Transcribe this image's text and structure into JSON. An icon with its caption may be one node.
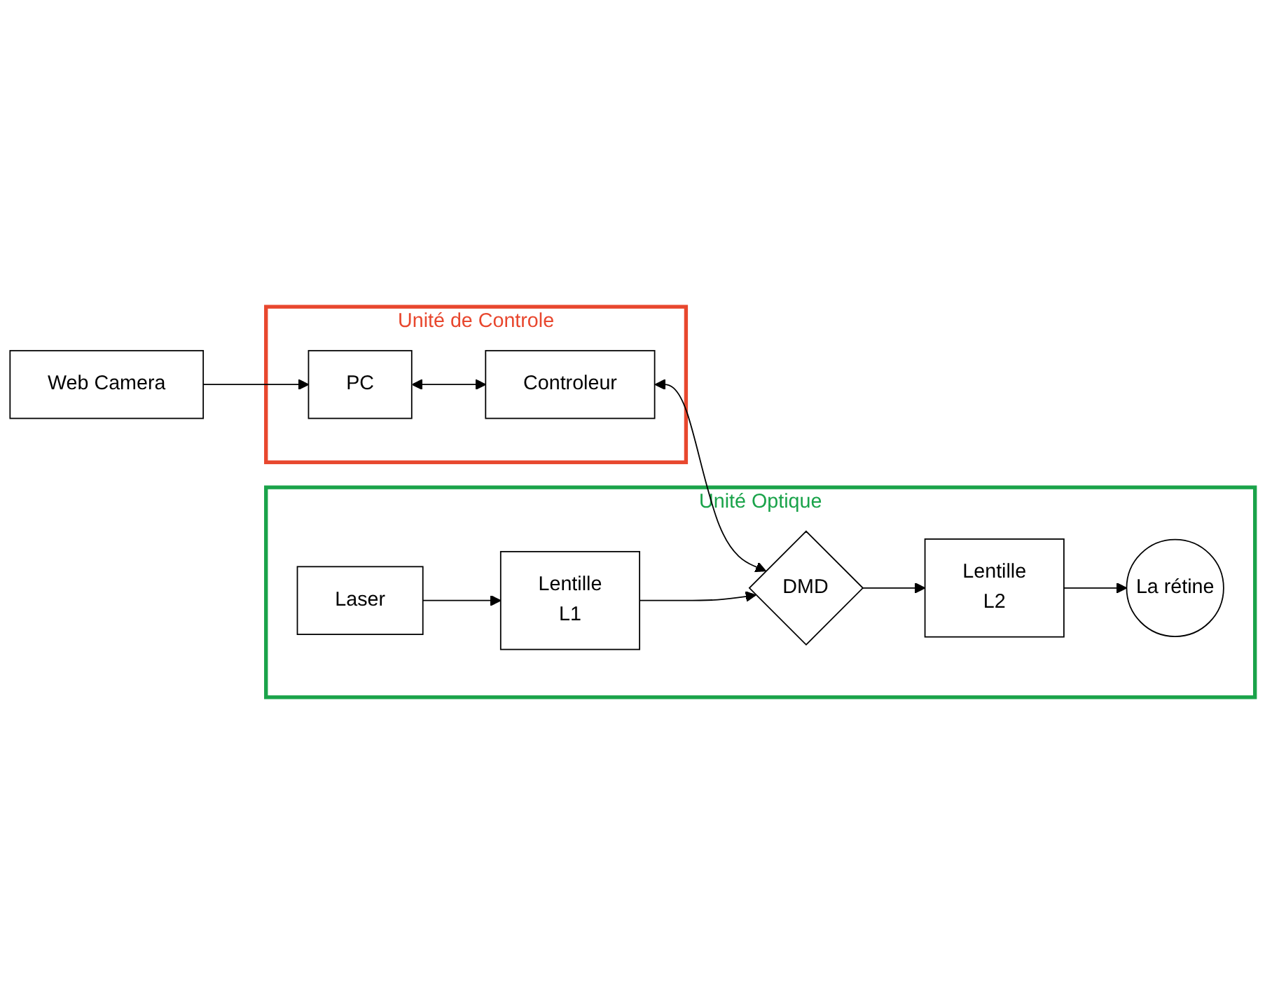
{
  "diagram": {
    "nodes": [
      {
        "text": [
          "Unité de Controle"
        ]
      },
      {
        "text": [
          "PC"
        ],
        "in": 0
      },
      {
        "text": [
          "Controleur"
        ],
        "in": 0
      },
      {
        "text": [
          "Web Camera"
        ]
      },
      {
        "text": [
          "Unité Optique"
        ]
      },
      {
        "text": [
          "Laser"
        ],
        "in": 4
      },
      {
        "text": [
          "Lentille",
          "L1"
        ],
        "in": 4
      },
      {
        "text": [
          "DMD"
        ],
        "in": 4
      },
      {
        "text": [
          "Lentille",
          "L2"
        ],
        "in": 4
      },
      {
        "text": [
          "La rétine"
        ],
        "in": 4
      }
    ],
    "edges": [
      {
        "from": 3,
        "to": 1,
        "arrow": "to"
      },
      {
        "from": 1,
        "to": 2,
        "arrow": "both"
      },
      {
        "from": 2,
        "to": 7,
        "arrow": "both"
      },
      {
        "from": 5,
        "to": 6,
        "arrow": "to"
      },
      {
        "from": 6,
        "to": 7,
        "arrow": "to"
      },
      {
        "from": 7,
        "to": 8,
        "arrow": "to"
      },
      {
        "from": 8,
        "to": 9,
        "arrow": "to"
      }
    ]
  }
}
